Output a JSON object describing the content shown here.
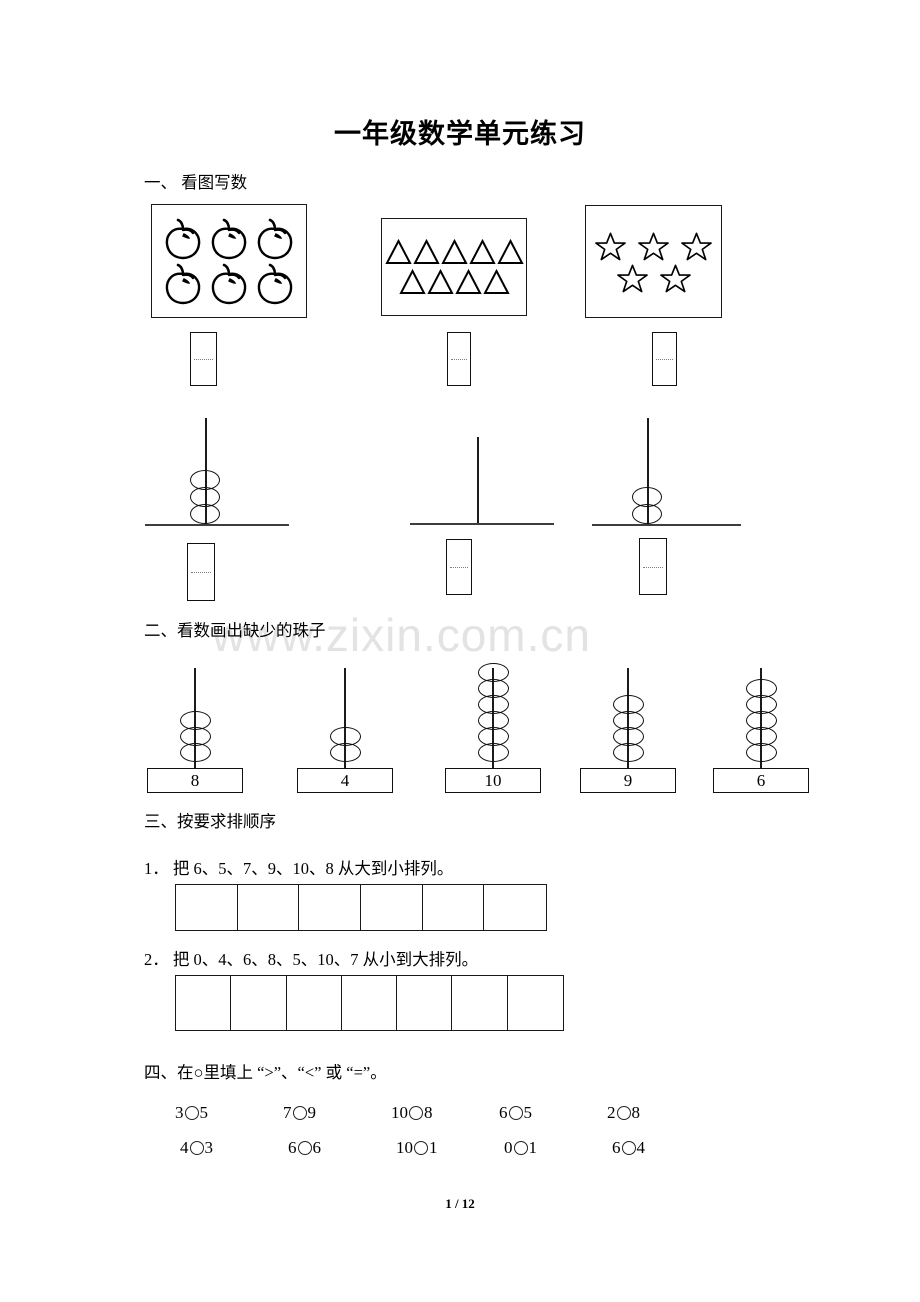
{
  "document": {
    "title": "一年级数学单元练习",
    "footer": "1 / 12",
    "watermark": "www.zixin.com.cn"
  },
  "sections": [
    {
      "heading": "一、  看图写数",
      "picture_groups": [
        {
          "icon": "apple-icon",
          "rows": [
            3,
            3
          ],
          "total": 6
        },
        {
          "icon": "triangle-icon",
          "rows": [
            5,
            4
          ],
          "total": 9
        },
        {
          "icon": "star-icon",
          "rows": [
            3,
            2
          ],
          "total": 5
        }
      ],
      "abacuses": [
        {
          "beads": 3
        },
        {
          "beads": 0
        },
        {
          "beads": 2
        }
      ]
    },
    {
      "heading": "二、看数画出缺少的珠子",
      "abacuses": [
        {
          "beads": 3,
          "label": "8"
        },
        {
          "beads": 2,
          "label": "4"
        },
        {
          "beads": 6,
          "label": "10"
        },
        {
          "beads": 4,
          "label": "9"
        },
        {
          "beads": 5,
          "label": "6"
        }
      ]
    },
    {
      "heading": "三、按要求排顺序",
      "questions": [
        {
          "number": "1．",
          "text": "把 6、5、7、9、10、8 从大到小排列。",
          "cells": 6
        },
        {
          "number": "2．",
          "text": "把 0、4、6、8、5、10、7 从小到大排列。",
          "cells": 7
        }
      ]
    },
    {
      "heading": "四、在○里填上 “>”、“<” 或 “=”。",
      "compare_rows": [
        [
          {
            "left": "3",
            "right": "5"
          },
          {
            "left": "7",
            "right": "9"
          },
          {
            "left": "10",
            "right": "8"
          },
          {
            "left": "6",
            "right": "5"
          },
          {
            "left": "2",
            "right": "8"
          }
        ],
        [
          {
            "left": "4",
            "right": "3"
          },
          {
            "left": "6",
            "right": "6"
          },
          {
            "left": "10",
            "right": "1"
          },
          {
            "left": "0",
            "right": "1"
          },
          {
            "left": "6",
            "right": "4"
          }
        ]
      ]
    }
  ],
  "q1_full": "1．   把 6、5、7、9、10、8 从大到小排列。",
  "q2_full": "2．   把 0、4、6、8、5、10、7 从小到大排列。"
}
